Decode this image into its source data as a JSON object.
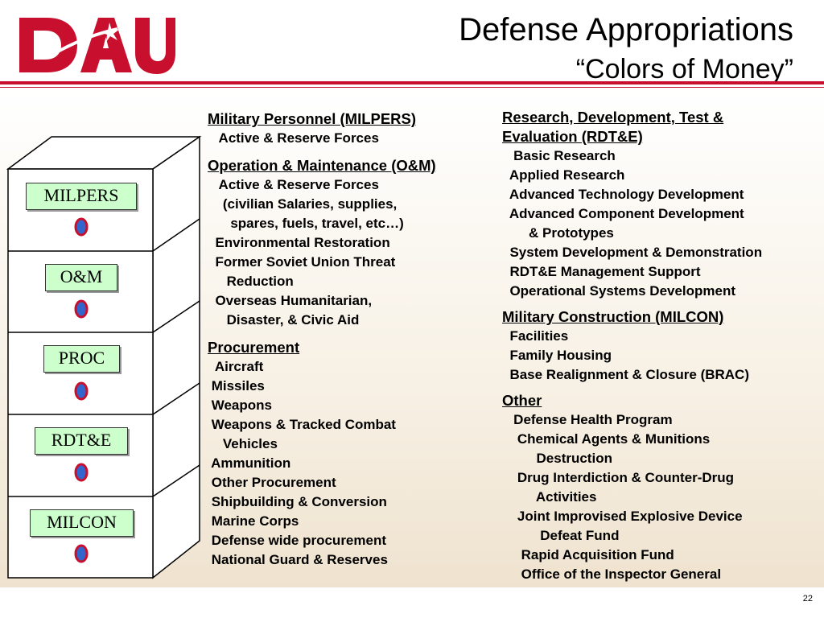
{
  "title": "Defense Appropriations",
  "subtitle": "“Colors of Money”",
  "logo_text": "DAU",
  "drawers": [
    "MILPERS",
    "O&M",
    "PROC",
    "RDT&E",
    "MILCON"
  ],
  "left_column": [
    {
      "heading": "Military Personnel (MILPERS)",
      "items": [
        "   Active & Reserve Forces"
      ]
    },
    {
      "heading": "Operation & Maintenance (O&M)",
      "items": [
        "   Active & Reserve Forces",
        "    (civilian Salaries, supplies,",
        "      spares, fuels, travel, etc…)",
        "  Environmental Restoration",
        "  Former Soviet Union Threat",
        "     Reduction",
        "  Overseas Humanitarian,",
        "     Disaster, & Civic Aid"
      ]
    },
    {
      "heading": "Procurement",
      "items": [
        "  Aircraft",
        " Missiles",
        " Weapons",
        " Weapons & Tracked Combat",
        "    Vehicles",
        " Ammunition",
        " Other Procurement",
        " Shipbuilding & Conversion",
        " Marine Corps",
        " Defense wide procurement",
        " National Guard & Reserves"
      ]
    }
  ],
  "right_column": [
    {
      "heading": "Research, Development, Test &",
      "heading2": "Evaluation (RDT&E)",
      "items": [
        "   Basic Research",
        "  Applied Research",
        "  Advanced Technology Development",
        "  Advanced Component Development",
        "       & Prototypes",
        "  System Development & Demonstration",
        "  RDT&E Management Support",
        "  Operational Systems Development"
      ]
    },
    {
      "heading": "Military Construction (MILCON)",
      "items": [
        "  Facilities",
        "  Family Housing",
        "  Base Realignment & Closure (BRAC)"
      ]
    },
    {
      "heading": "Other",
      "items": [
        "   Defense Health Program",
        "    Chemical Agents & Munitions",
        "         Destruction",
        "    Drug Interdiction & Counter-Drug",
        "         Activities",
        "    Joint Improvised Explosive Device",
        "          Defeat Fund",
        "     Rapid Acquisition Fund",
        "     Office of the Inspector General"
      ]
    }
  ],
  "page_number": "22",
  "colors": {
    "brand_red": "#c8102e",
    "label_green": "#ccffcc",
    "knob_blue": "#3366cc"
  }
}
